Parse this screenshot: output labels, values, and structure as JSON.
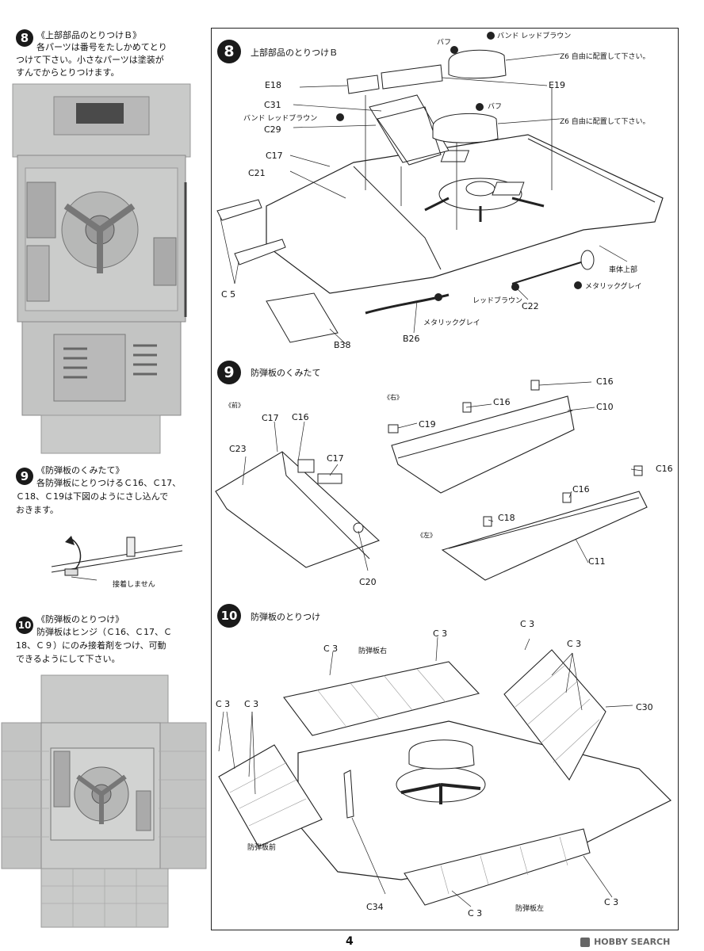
{
  "left": {
    "step8": {
      "number": "8",
      "title": "《上部部品のとりつけＢ》",
      "body": [
        "各パーツは番号をたしかめてとり",
        "つけて下さい。小さなパーツは塗装が",
        "すんでからとりつけます。"
      ]
    },
    "step9": {
      "number": "9",
      "title": "《防弾板のくみたて》",
      "body": [
        "各防弾板にとりつけるＣ16、Ｃ17、",
        "Ｃ18、Ｃ19は下図のようにさし込んで",
        "おきます。"
      ],
      "note": "接着しません"
    },
    "step10": {
      "number": "10",
      "title": "《防弾板のとりつけ》",
      "body": [
        "防弾板はヒンジ（Ｃ16、Ｃ17、Ｃ",
        "18、Ｃ９）にのみ接着剤をつけ、可動",
        "できるようにして下さい。"
      ]
    }
  },
  "panel8": {
    "number": "8",
    "title": "上部部品のとりつけＢ",
    "labels": {
      "band_brown_top": "バンド レッドブラウン",
      "buff1": "バフ",
      "z6_1": "Z6 自由に配置して下さい。",
      "e18": "E18",
      "e19": "E19",
      "c31": "C31",
      "band_brown_left": "バンド レッドブラウン",
      "c29": "C29",
      "buff2": "バフ",
      "z6_2": "Z6 自由に配置して下さい。",
      "c17": "C17",
      "c21": "C21",
      "upper_hull": "車体上部",
      "metallic_grey1": "メタリックグレイ",
      "red_brown": "レッドブラウン",
      "c22": "C22",
      "c5": "C 5",
      "b38": "B38",
      "metallic_grey2": "メタリックグレイ",
      "b26": "B26"
    }
  },
  "panel9": {
    "number": "9",
    "title": "防弾板のくみたて",
    "front": "《前》",
    "right": "《右》",
    "left": "《左》",
    "labels": {
      "c17a": "C17",
      "c16a": "C16",
      "c23": "C23",
      "c17b": "C17",
      "c20": "C20",
      "c16b": "C16",
      "c16c": "C16",
      "c19": "C19",
      "c10": "C10",
      "c16d": "C16",
      "c16e": "C16",
      "c18": "C18",
      "c11": "C11"
    }
  },
  "panel10": {
    "number": "10",
    "title": "防弾板のとりつけ",
    "labels": {
      "c3a": "C 3",
      "c3b": "C 3",
      "plate_right": "防弾板右",
      "c3c": "C 3",
      "c3d": "C 3",
      "c3e": "C 3",
      "c3f": "C 3",
      "c30": "C30",
      "plate_front": "防弾板前",
      "c34": "C34",
      "c3g": "C 3",
      "plate_left": "防弾板左",
      "c3h": "C 3"
    }
  },
  "page_number": "4",
  "watermark": "HOBBY SEARCH"
}
